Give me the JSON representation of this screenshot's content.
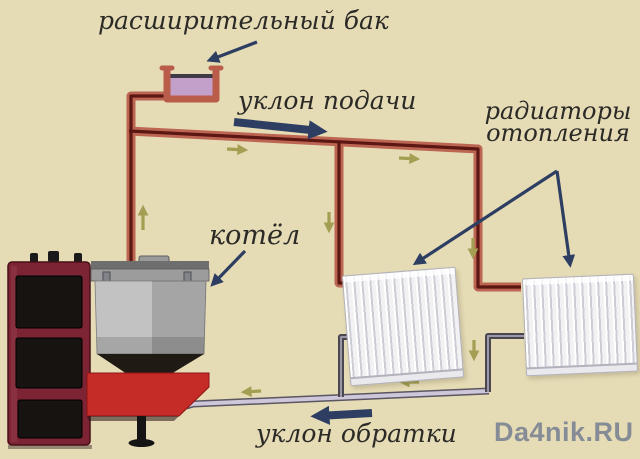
{
  "diagram": {
    "labels": {
      "expansion_tank": "расширительный бак",
      "supply_slope": "уклон подачи",
      "radiators_line1": "радиаторы",
      "radiators_line2": "отопления",
      "boiler": "котёл",
      "return_slope": "уклон обратки"
    },
    "watermark": "Da4nik.RU"
  },
  "colors": {
    "bg": "#e5dbb5",
    "pipe_red_edge": "#bc6553",
    "pipe_red_core": "#5c1712",
    "return_dark": "#4a4750",
    "return_mid": "#9b97a6",
    "return_outline": "#5a5662",
    "return_light": "#cdc7d9",
    "arrow_yellow": "#a49e52",
    "arrow_blue": "#2d3e62",
    "boiler_red": "#7c2433",
    "boiler_dark": "#471019",
    "panel_black": "#171310",
    "feeder_red": "#c52b27",
    "hopper_light": "#c2c2c2",
    "lid_dark": "#6e6e6e",
    "lid_mid": "#9c9c9c",
    "funnel_dark": "#201a15",
    "tank_wall": "#b95c4a",
    "tank_fill": "#c2a0ca",
    "radiator_face": "#f2f2f5",
    "radiator_line": "#cdcdd6",
    "radiator_border": "#b2b2bc",
    "label_color": "#2b2a27",
    "watermark_color": "#868c96"
  }
}
